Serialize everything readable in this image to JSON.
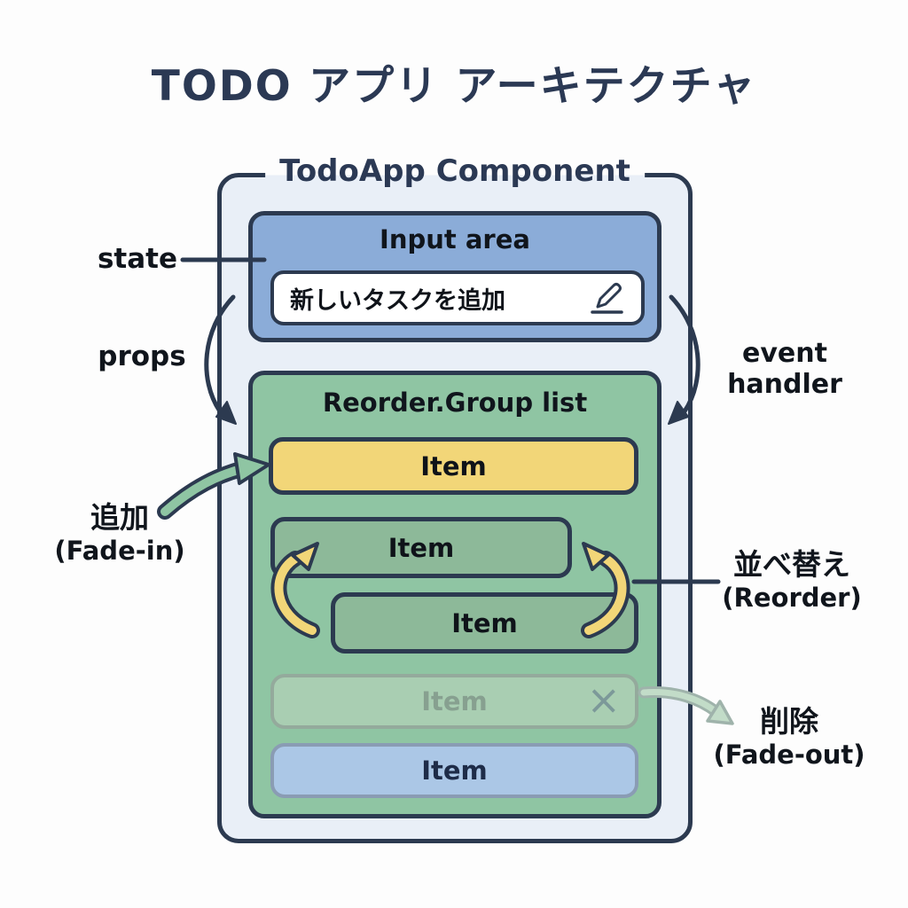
{
  "title": "TODO アプリ アーキテクチャ",
  "component": {
    "label": "TodoApp Component",
    "input_area": {
      "title": "Input area",
      "input_value": "新しいタスクを追加"
    },
    "list": {
      "title": "Reorder.Group list",
      "items": [
        {
          "label": "Item",
          "variant": "new-highlight"
        },
        {
          "label": "Item",
          "variant": "reordering"
        },
        {
          "label": "Item",
          "variant": "reordering"
        },
        {
          "label": "Item",
          "variant": "deleting-faded",
          "close_icon": "×"
        },
        {
          "label": "Item",
          "variant": "normal-blue"
        }
      ]
    }
  },
  "annotations": {
    "state": "state",
    "props": "props",
    "event_handler": [
      "event",
      "handler"
    ],
    "add": {
      "jp": "追加",
      "en": "(Fade-in)"
    },
    "reorder": {
      "jp": "並べ替え",
      "en": "(Reorder)"
    },
    "delete": {
      "jp": "削除",
      "en": "(Fade-out)"
    }
  },
  "colors": {
    "navy": "#2c3a50",
    "page-bg": "#fdfdfd",
    "container-bg": "#e9eff7",
    "input-area-bg": "#8bacd8",
    "list-bg": "#8fc5a3",
    "item-yellow": "#f2d678",
    "item-green": "#8db999",
    "item-blue": "#abc7e6",
    "item-faded-bg": "#a9ceb2",
    "delete-arrow-fill": "#c2dcc8",
    "delete-arrow-stroke": "#9fb3ab"
  }
}
